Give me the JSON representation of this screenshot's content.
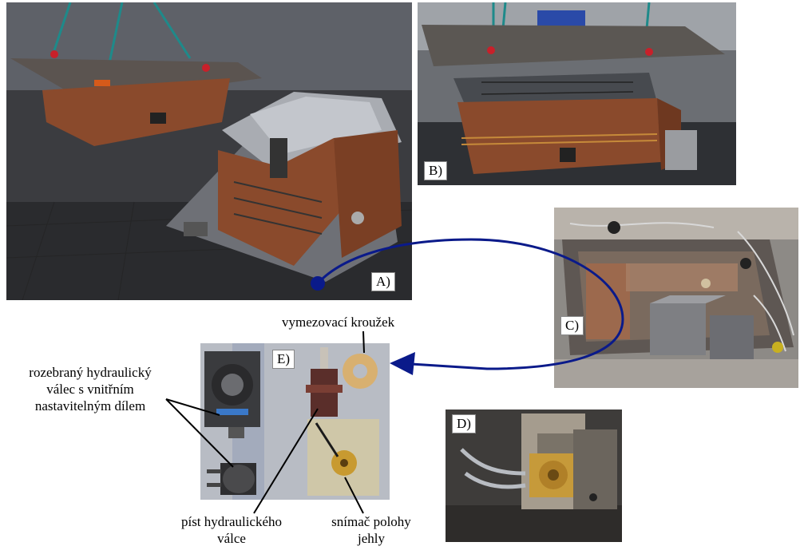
{
  "panels": {
    "a": {
      "label": "A)"
    },
    "b": {
      "label": "B)"
    },
    "c": {
      "label": "C)"
    },
    "d": {
      "label": "D)"
    },
    "e": {
      "label": "E)"
    }
  },
  "captions": {
    "spacer_ring": "vymezovací kroužek",
    "cylinder_line1": "rozebraný hydraulický",
    "cylinder_line2": "válec s vnitřním",
    "cylinder_line3": "nastavitelným dílem",
    "piston_line1": "píst hydraulického",
    "piston_line2": "válce",
    "sensor_line1": "snímač polohy",
    "sensor_line2": "jehly"
  },
  "colors": {
    "mould_brown": "#8a4a2c",
    "arrow_blue": "#0a1a8a",
    "steel_grey": "#7b7f86",
    "floor_dark": "#2a2b2e"
  }
}
